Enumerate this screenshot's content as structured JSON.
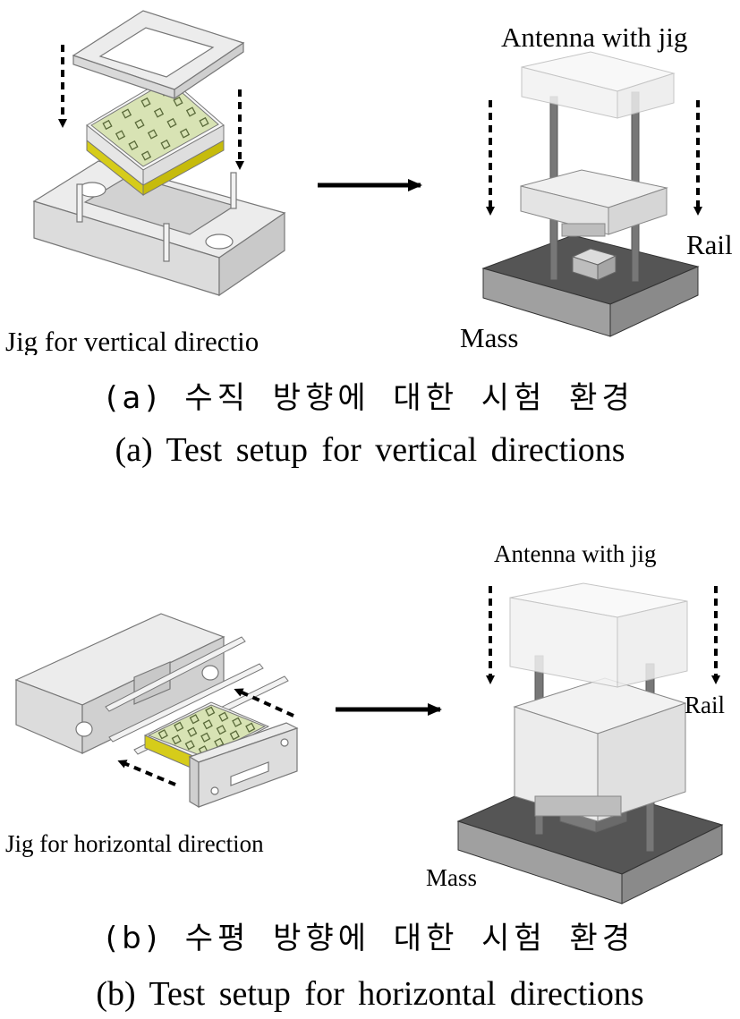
{
  "panel_a": {
    "antenna_label": "Antenna with jig",
    "rail_label": "Rail",
    "mass_label": "Mass",
    "jig_label": "Jig for vertical directio",
    "caption_ko": "(a) 수직 방향에 대한 시험 환경",
    "caption_en": "(a) Test setup for vertical directions"
  },
  "panel_b": {
    "antenna_label": "Antenna with jig",
    "rail_label": "Rail",
    "mass_label": "Mass",
    "jig_label": "Jig for horizontal direction",
    "caption_ko": "(b) 수평 방향에 대한 시험 환경",
    "caption_en": "(b) Test setup for horizontal directions"
  },
  "colors": {
    "jig_gray": "#e3e3e3",
    "base_dark": "#555555",
    "antenna_patch": "#d8e3b4",
    "substrate_yellow": "#d6cc1a"
  }
}
